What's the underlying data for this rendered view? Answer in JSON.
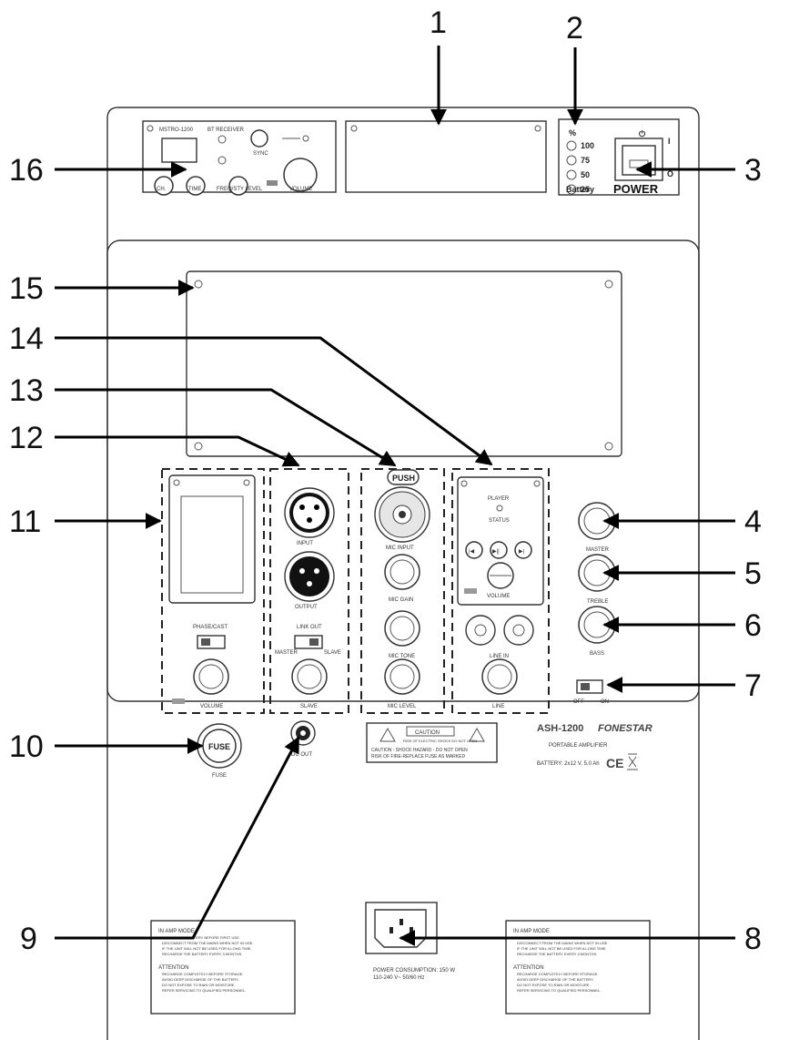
{
  "callouts": [
    "1",
    "2",
    "3",
    "4",
    "5",
    "6",
    "7",
    "8",
    "9",
    "10",
    "11",
    "12",
    "13",
    "14",
    "15",
    "16"
  ],
  "top_module": {
    "title": "MSTRO-1200",
    "receiver": "BT RECEIVER",
    "labels": [
      "CH.",
      "TIME",
      "FREQ/STY LEVEL",
      "VOLUME",
      "SYNC"
    ]
  },
  "battery": {
    "percent_symbol": "%",
    "levels": [
      "100",
      "75",
      "50",
      "25"
    ],
    "label": "Battery",
    "power": "POWER",
    "on": "I",
    "off": "O"
  },
  "channels": {
    "ch11": {
      "switch": "PHASE/CAST",
      "volume": "VOLUME"
    },
    "ch12": {
      "input": "INPUT",
      "output": "OUTPUT",
      "link": "LINK OUT",
      "master": "MASTER",
      "slave": "SLAVE",
      "knob": "SLAVE"
    },
    "ch13": {
      "push": "PUSH",
      "mic_input": "MIC INPUT",
      "gain": "MIC GAIN",
      "tone": "MIC TONE",
      "level": "MIC LEVEL"
    },
    "ch14": {
      "player": "PLAYER",
      "status": "STATUS",
      "prev": "|◀",
      "play": "▶||",
      "next": "▶|",
      "volume": "VOLUME",
      "line_in": "LINE IN",
      "line": "LINE"
    }
  },
  "knobs": {
    "master": "MASTER",
    "treble": "TREBLE",
    "bass": "BASS"
  },
  "switch7": {
    "off": "OFF",
    "on": "ON"
  },
  "fuse": {
    "text": "FUSE",
    "label": "FUSE"
  },
  "dc": {
    "label": "DC OUT"
  },
  "caution": {
    "title": "CAUTION",
    "sub": "RISK OF ELECTRIC SHOCK DO NOT OPEN",
    "text": "CAUTION : SHOCK HAZARD - DO NOT OPEN",
    "text2": "RISK OF FIRE-REPLACE FUSE AS MARKED"
  },
  "product": {
    "model": "ASH-1200",
    "brand": "FONESTAR",
    "desc": "PORTABLE AMPLIFIER",
    "battery": "BATTERY: 2x12 V, 5.0 Ah",
    "ce": "CE"
  },
  "power_note": "POWER CONSUMPTION: 150 W",
  "power_note2": "110-240 V~ 50/60 Hz",
  "warnings_left": {
    "title": "IN AMP MODE",
    "lines": [
      "CHARGE THE BATTERY BEFORE FIRST USE.",
      "DISCONNECT FROM THE MAINS WHEN NOT IN USE.",
      "IF THE UNIT WILL NOT BE USED FOR A LONG TIME,",
      "RECHARGE THE BATTERY EVERY 3 MONTHS."
    ],
    "title2": "ATTENTION",
    "lines2": [
      "RECHARGE COMPLETELY BEFORE STORAGE.",
      "AVOID DEEP DISCHARGE OF THE BATTERY.",
      "DO NOT EXPOSE TO RAIN OR MOISTURE.",
      "REFER SERVICING TO QUALIFIED PERSONNEL."
    ]
  },
  "warnings_right": {
    "title": "IN AMP MODE",
    "lines": [
      "CHARGE THE BATTERY BEFORE FIRST USE.",
      "DISCONNECT FROM THE MAINS WHEN NOT IN USE.",
      "IF THE UNIT WILL NOT BE USED FOR A LONG TIME,",
      "RECHARGE THE BATTERY EVERY 3 MONTHS."
    ],
    "title2": "ATTENTION",
    "lines2": [
      "RECHARGE COMPLETELY BEFORE STORAGE.",
      "AVOID DEEP DISCHARGE OF THE BATTERY.",
      "DO NOT EXPOSE TO RAIN OR MOISTURE.",
      "REFER SERVICING TO QUALIFIED PERSONNEL."
    ]
  }
}
